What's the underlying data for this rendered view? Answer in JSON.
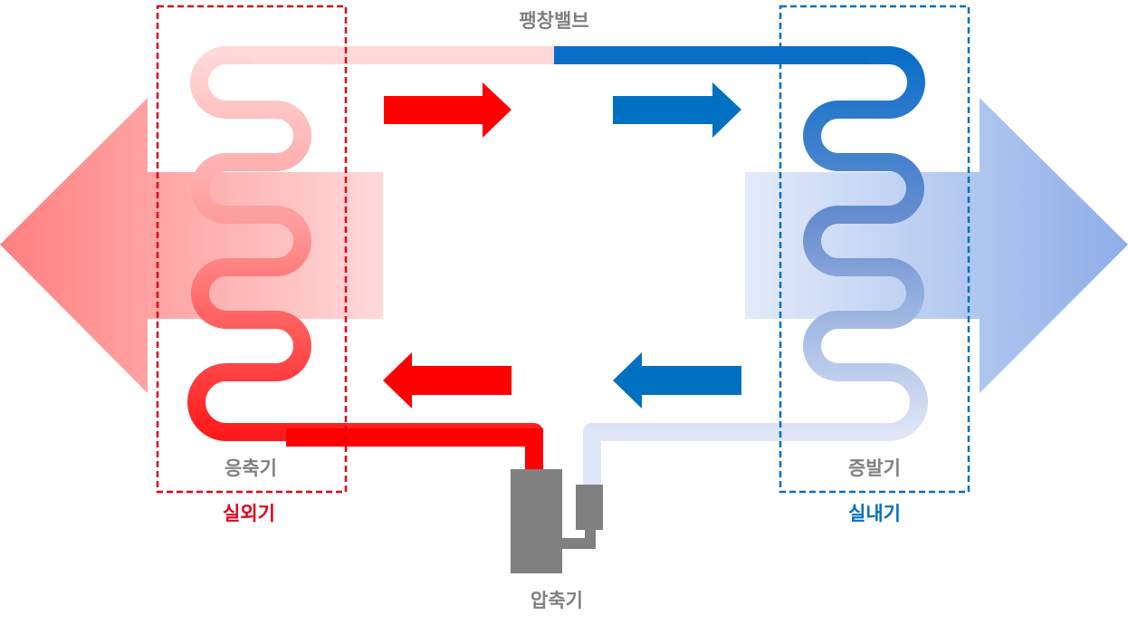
{
  "labels": {
    "expansion_valve": "팽창밸브",
    "condenser": "응축기",
    "outdoor_unit": "실외기",
    "compressor": "압축기",
    "evaporator": "증발기",
    "indoor_unit": "실내기"
  },
  "colors": {
    "hot": "#ff0000",
    "hot_light": "#ffd8d8",
    "cold": "#0070c0",
    "cold_light": "#dde6f7",
    "label_gray": "#808080",
    "outdoor_label": "#e0001a",
    "indoor_label": "#0070c0",
    "compressor_body": "#808080",
    "heat_out": "#ff7f7f",
    "cool_out": "#8eaee8"
  }
}
